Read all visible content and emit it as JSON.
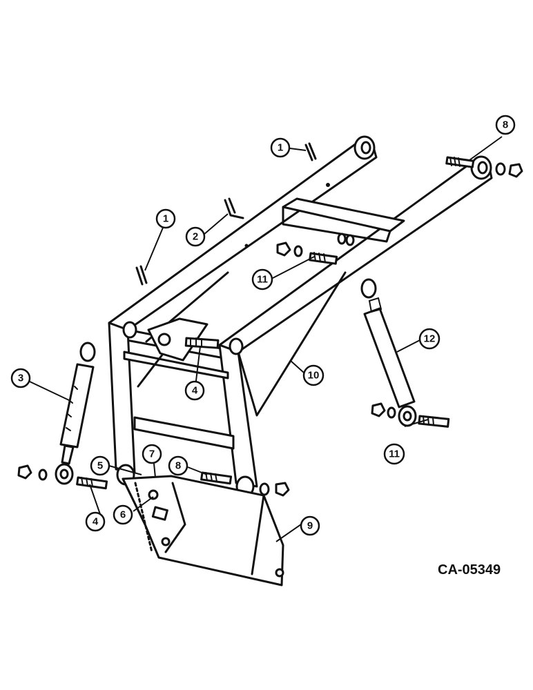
{
  "figure_code": "CA-05349",
  "callouts": [
    {
      "id": "c1a",
      "label": "1"
    },
    {
      "id": "c1b",
      "label": "1"
    },
    {
      "id": "c2",
      "label": "2"
    },
    {
      "id": "c3",
      "label": "3"
    },
    {
      "id": "c4a",
      "label": "4"
    },
    {
      "id": "c4b",
      "label": "4"
    },
    {
      "id": "c5",
      "label": "5"
    },
    {
      "id": "c6",
      "label": "6"
    },
    {
      "id": "c7",
      "label": "7"
    },
    {
      "id": "c8a",
      "label": "8"
    },
    {
      "id": "c8b",
      "label": "8"
    },
    {
      "id": "c9",
      "label": "9"
    },
    {
      "id": "c10",
      "label": "10"
    },
    {
      "id": "c11a",
      "label": "11"
    },
    {
      "id": "c11b",
      "label": "11"
    },
    {
      "id": "c12",
      "label": "12"
    }
  ]
}
